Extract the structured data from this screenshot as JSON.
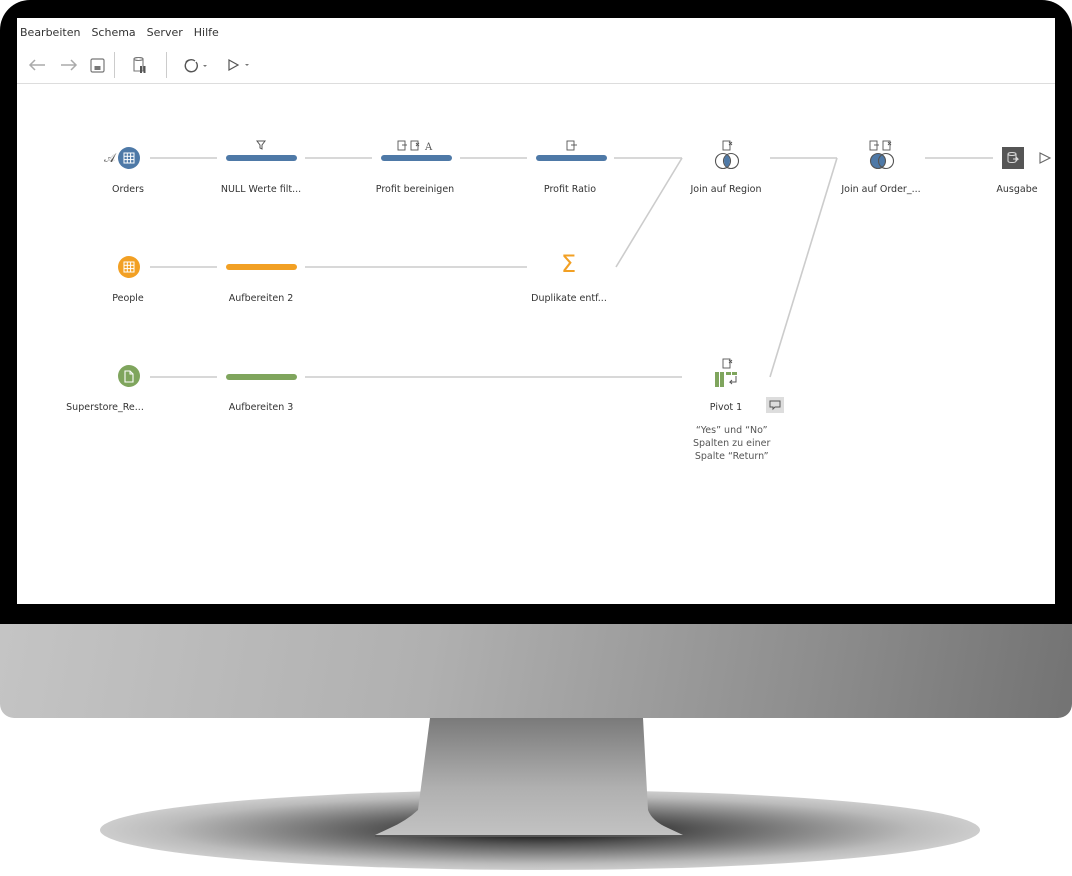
{
  "menu": {
    "items": [
      "Bearbeiten",
      "Schema",
      "Server",
      "Hilfe"
    ]
  },
  "toolbar": {
    "back": "back-arrow",
    "forward": "forward-arrow",
    "save": "save-icon",
    "pause": "pause-data-icon",
    "refresh": "refresh-icon",
    "run": "run-icon"
  },
  "colors": {
    "blue": "#4e79a7",
    "orange": "#f2a024",
    "green": "#7fa55d",
    "line": "#cccccc",
    "output": "#555555"
  },
  "flow": {
    "nodes": [
      {
        "id": "orders",
        "label": "Orders",
        "type": "input",
        "color": "blue"
      },
      {
        "id": "null_filter",
        "label": "NULL Werte filt...",
        "type": "clean",
        "color": "blue"
      },
      {
        "id": "profit_clean",
        "label": "Profit bereinigen",
        "type": "clean",
        "color": "blue"
      },
      {
        "id": "profit_ratio",
        "label": "Profit Ratio",
        "type": "clean",
        "color": "blue"
      },
      {
        "id": "join_region",
        "label": "Join auf Region",
        "type": "join"
      },
      {
        "id": "join_order",
        "label": "Join auf Order_...",
        "type": "join"
      },
      {
        "id": "output",
        "label": "Ausgabe",
        "type": "output"
      },
      {
        "id": "people",
        "label": "People",
        "type": "input",
        "color": "orange"
      },
      {
        "id": "prep2",
        "label": "Aufbereiten 2",
        "type": "clean",
        "color": "orange"
      },
      {
        "id": "dedupe",
        "label": "Duplikate entf...",
        "type": "aggregate"
      },
      {
        "id": "superstore",
        "label": "Superstore_Re...",
        "type": "input",
        "color": "green"
      },
      {
        "id": "prep3",
        "label": "Aufbereiten 3",
        "type": "clean",
        "color": "green"
      },
      {
        "id": "pivot1",
        "label": "Pivot 1",
        "type": "pivot"
      }
    ],
    "pivot_note": [
      "“Yes” und “No”",
      "Spalten zu einer",
      "Spalte “Return”"
    ]
  }
}
